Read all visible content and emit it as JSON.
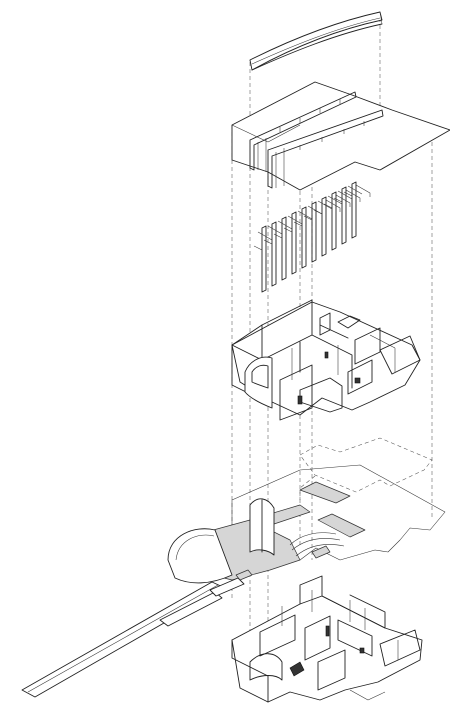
{
  "drawing": {
    "layers": [
      "roof-canopy",
      "roof-plan",
      "beam-frame",
      "upper-floor",
      "ground-plan",
      "lower-floor"
    ],
    "colors": {
      "line": "#222222",
      "dash": "#555555",
      "paving": "#d6d6d6",
      "background": "#ffffff"
    }
  }
}
